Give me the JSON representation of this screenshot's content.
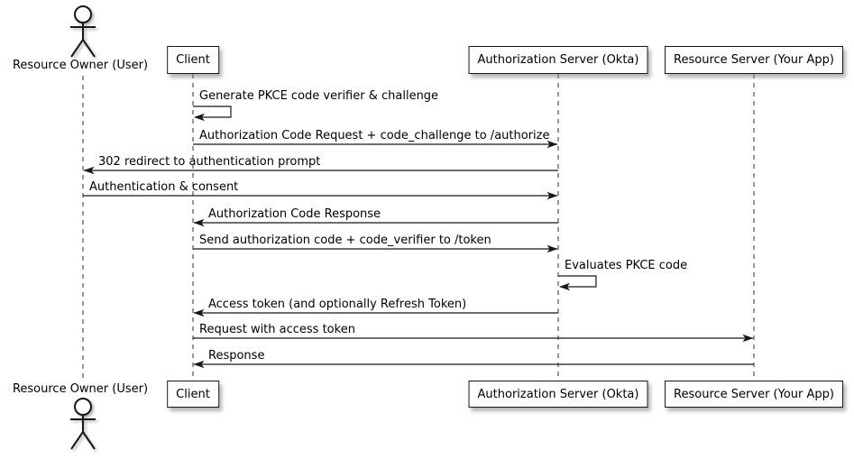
{
  "diagram": {
    "type": "sequence-diagram",
    "participants": [
      {
        "id": "user",
        "kind": "actor",
        "label": "Resource Owner (User)"
      },
      {
        "id": "client",
        "kind": "participant",
        "label": "Client"
      },
      {
        "id": "auth",
        "kind": "participant",
        "label": "Authorization Server (Okta)"
      },
      {
        "id": "resource",
        "kind": "participant",
        "label": "Resource Server (Your App)"
      }
    ],
    "messages": [
      {
        "from": "client",
        "to": "client",
        "label": "Generate PKCE code verifier & challenge"
      },
      {
        "from": "client",
        "to": "auth",
        "label": "Authorization Code Request + code_challenge to /authorize"
      },
      {
        "from": "auth",
        "to": "user",
        "label": "302 redirect to authentication prompt"
      },
      {
        "from": "user",
        "to": "auth",
        "label": "Authentication & consent"
      },
      {
        "from": "auth",
        "to": "client",
        "label": "Authorization Code Response"
      },
      {
        "from": "client",
        "to": "auth",
        "label": "Send authorization code + code_verifier to /token"
      },
      {
        "from": "auth",
        "to": "auth",
        "label": "Evaluates PKCE code"
      },
      {
        "from": "auth",
        "to": "client",
        "label": "Access token (and optionally Refresh Token)"
      },
      {
        "from": "client",
        "to": "resource",
        "label": "Request with access token"
      },
      {
        "from": "resource",
        "to": "client",
        "label": "Response"
      }
    ],
    "colors": {
      "line": "#181818",
      "box_fill": "#fefefe",
      "background": "#ffffff",
      "shadow": "#8c8c8c"
    }
  }
}
